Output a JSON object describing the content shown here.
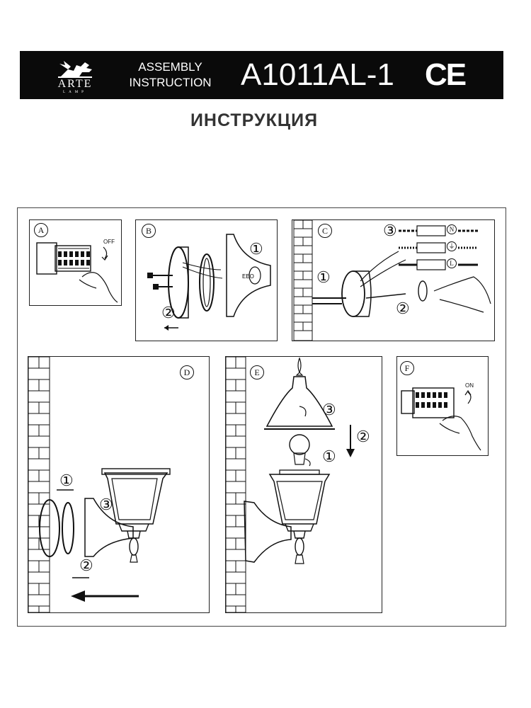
{
  "header": {
    "logo": {
      "word": "ARTE",
      "sub": "LAMP"
    },
    "assembly_line1": "ASSEMBLY",
    "assembly_line2": "INSTRUCTION",
    "model": "A1011AL-1",
    "ce_mark": "CE"
  },
  "subtitle": "ИНСТРУКЦИЯ",
  "panels": {
    "a": {
      "letter": "A",
      "tag": "OFF"
    },
    "b": {
      "letter": "B",
      "step1": "①",
      "step2": "②"
    },
    "c": {
      "letter": "C",
      "step1": "①",
      "step2": "②",
      "step3": "③",
      "terminals": [
        "N",
        "⏚",
        "L"
      ]
    },
    "d": {
      "letter": "D",
      "step1": "①",
      "step2": "②",
      "step3": "③"
    },
    "e": {
      "letter": "E",
      "step1": "①",
      "step2": "②",
      "step3": "③"
    },
    "f": {
      "letter": "F",
      "tag": "ON"
    }
  },
  "colors": {
    "header_bg": "#0a0a0a",
    "header_text": "#ffffff",
    "line": "#111111"
  }
}
